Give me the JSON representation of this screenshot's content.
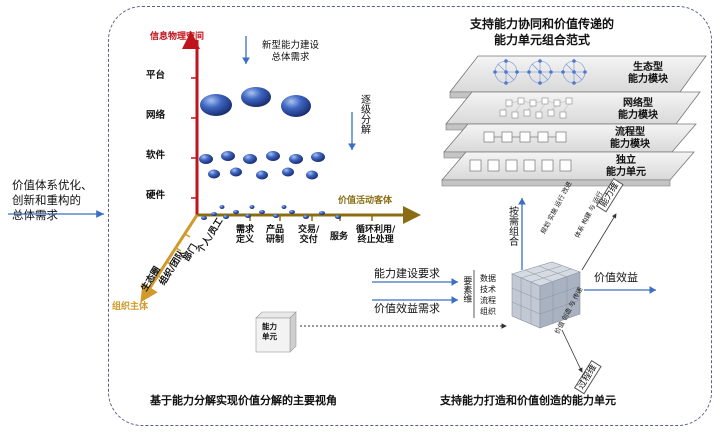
{
  "left_title": [
    "价值体系优化、",
    "创新和重构的",
    "总体需求"
  ],
  "frame": {
    "bottom_left_caption": "基于能力分解实现价值分解的主要视角",
    "bottom_right_caption": "支持能力打造和价值创造的能力单元"
  },
  "axes": {
    "vertical_axis": "信息物理空间",
    "vertical_levels": [
      "平台",
      "网络",
      "软件",
      "硬件"
    ],
    "horizontal_axis": "价值活动客体",
    "horizontal_levels": [
      "需求\n定义",
      "产品\n研制",
      "交易/\n交付",
      "服务",
      "循环利用/\n终止处理"
    ],
    "diagonal_axis": "组织主体",
    "diagonal_levels": [
      "生态圈",
      "组织/团队",
      "部门",
      "个人/员工"
    ]
  },
  "annotations": {
    "new_requirement": [
      "新型能力建设",
      "总体需求"
    ],
    "decompose": "逐级分解",
    "combine": "按需组合",
    "build_req": "能力建设要求",
    "value_req": "价值效益需求",
    "value_benefit": "价值效益",
    "elements_label": "要素维",
    "elements": [
      "数据",
      "技术",
      "流程",
      "组织"
    ],
    "process_dim": "过程维",
    "capability_dim": "能力维",
    "cube_top_face": "规划 实施 运行 改进",
    "cube_right_face": "体系 构建 与 运行",
    "cube_front_face": "价值 创造 与 传递",
    "unit_label": [
      "能力",
      "单元"
    ]
  },
  "paradigm": {
    "title": [
      "支持能力协同和价值传递的",
      "能力单元组合范式"
    ],
    "layers": [
      [
        "生态型",
        "能力模块"
      ],
      [
        "网络型",
        "能力模块"
      ],
      [
        "流程型",
        "能力模块"
      ],
      [
        "独立",
        "能力单元"
      ]
    ]
  },
  "colors": {
    "red_axis": "#c0141c",
    "olive_axis": "#8a6d12",
    "orange_axis": "#d19a2a",
    "arrow_blue": "#3a6fc4",
    "frame": "#5a5f8a"
  }
}
